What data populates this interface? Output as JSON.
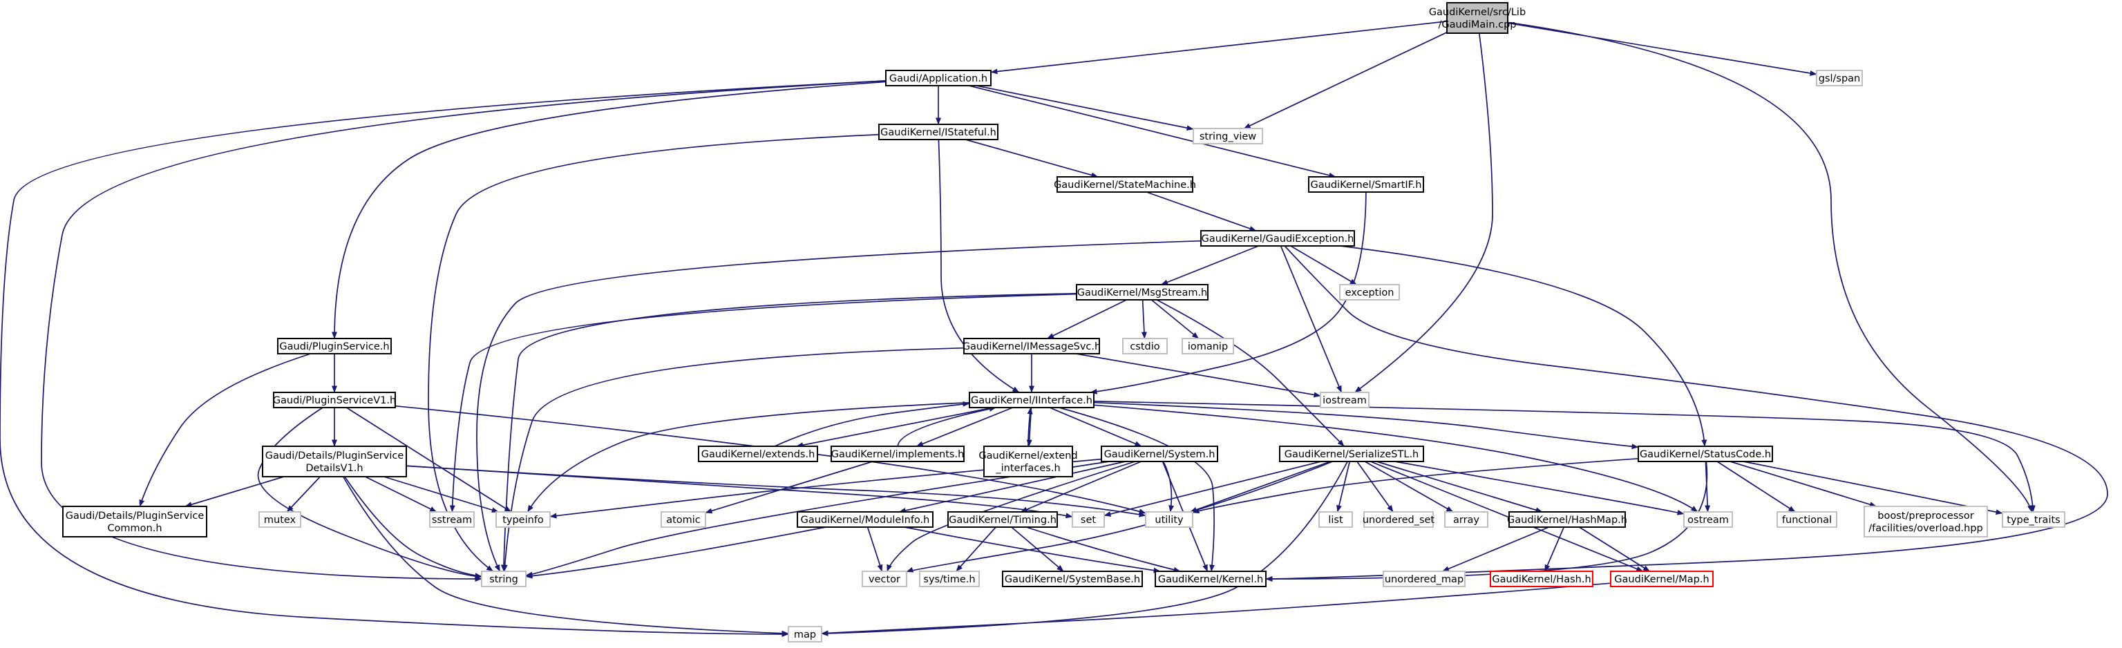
{
  "diagram": {
    "title": "",
    "colors": {
      "edge": "#191970",
      "root_fill": "#bfbfbf",
      "node_border": "#000000",
      "system_header_border": "#bfbfbf",
      "missing_border": "#ff0000",
      "text": "#000000",
      "system_header_text": "#000000"
    },
    "nodes": [
      {
        "id": "main",
        "style": "root",
        "lines": [
          "GaudiKernel/src/Lib",
          "/GaudiMain.cpp"
        ]
      },
      {
        "id": "app",
        "style": "local",
        "lines": [
          "Gaudi/Application.h"
        ]
      },
      {
        "id": "gslspan",
        "style": "system",
        "lines": [
          "gsl/span"
        ]
      },
      {
        "id": "stringview",
        "style": "system",
        "lines": [
          "string_view"
        ]
      },
      {
        "id": "istateful",
        "style": "local",
        "lines": [
          "GaudiKernel/IStateful.h"
        ]
      },
      {
        "id": "smartif",
        "style": "local",
        "lines": [
          "GaudiKernel/SmartIF.h"
        ]
      },
      {
        "id": "statemachine",
        "style": "local",
        "lines": [
          "GaudiKernel/StateMachine.h"
        ]
      },
      {
        "id": "gaudiexc",
        "style": "local",
        "lines": [
          "GaudiKernel/GaudiException.h"
        ]
      },
      {
        "id": "msgstream",
        "style": "local",
        "lines": [
          "GaudiKernel/MsgStream.h"
        ]
      },
      {
        "id": "exception",
        "style": "system",
        "lines": [
          "exception"
        ]
      },
      {
        "id": "pluginservice",
        "style": "local",
        "lines": [
          "Gaudi/PluginService.h"
        ]
      },
      {
        "id": "imessagesvc",
        "style": "local",
        "lines": [
          "GaudiKernel/IMessageSvc.h"
        ]
      },
      {
        "id": "cstdio",
        "style": "system",
        "lines": [
          "cstdio"
        ]
      },
      {
        "id": "iomanip",
        "style": "system",
        "lines": [
          "iomanip"
        ]
      },
      {
        "id": "pluginservicev1",
        "style": "local",
        "lines": [
          "Gaudi/PluginServiceV1.h"
        ]
      },
      {
        "id": "iinterface",
        "style": "local",
        "lines": [
          "GaudiKernel/IInterface.h"
        ]
      },
      {
        "id": "iostream",
        "style": "system",
        "lines": [
          "iostream"
        ]
      },
      {
        "id": "detailsv1",
        "style": "local",
        "lines": [
          "Gaudi/Details/PluginService",
          "DetailsV1.h"
        ]
      },
      {
        "id": "extends",
        "style": "local",
        "lines": [
          "GaudiKernel/extends.h"
        ]
      },
      {
        "id": "implements",
        "style": "local",
        "lines": [
          "GaudiKernel/implements.h"
        ]
      },
      {
        "id": "extendinterfaces",
        "style": "local",
        "lines": [
          "GaudiKernel/extend",
          "_interfaces.h"
        ]
      },
      {
        "id": "system",
        "style": "local",
        "lines": [
          "GaudiKernel/System.h"
        ]
      },
      {
        "id": "serializestl",
        "style": "local",
        "lines": [
          "GaudiKernel/SerializeSTL.h"
        ]
      },
      {
        "id": "statuscode",
        "style": "local",
        "lines": [
          "GaudiKernel/StatusCode.h"
        ]
      },
      {
        "id": "detailscommon",
        "style": "local",
        "lines": [
          "Gaudi/Details/PluginService",
          "Common.h"
        ]
      },
      {
        "id": "mutex",
        "style": "system",
        "lines": [
          "mutex"
        ]
      },
      {
        "id": "sstream",
        "style": "system",
        "lines": [
          "sstream"
        ]
      },
      {
        "id": "typeinfo",
        "style": "system",
        "lines": [
          "typeinfo"
        ]
      },
      {
        "id": "atomic",
        "style": "system",
        "lines": [
          "atomic"
        ]
      },
      {
        "id": "set",
        "style": "system",
        "lines": [
          "set"
        ]
      },
      {
        "id": "utility",
        "style": "system",
        "lines": [
          "utility"
        ]
      },
      {
        "id": "list",
        "style": "system",
        "lines": [
          "list"
        ]
      },
      {
        "id": "unorderedset",
        "style": "system",
        "lines": [
          "unordered_set"
        ]
      },
      {
        "id": "array",
        "style": "system",
        "lines": [
          "array"
        ]
      },
      {
        "id": "hashmap",
        "style": "local",
        "lines": [
          "GaudiKernel/HashMap.h"
        ]
      },
      {
        "id": "ostream",
        "style": "system",
        "lines": [
          "ostream"
        ]
      },
      {
        "id": "functional",
        "style": "system",
        "lines": [
          "functional"
        ]
      },
      {
        "id": "boostoverload",
        "style": "system",
        "lines": [
          "boost/preprocessor",
          "/facilities/overload.hpp"
        ]
      },
      {
        "id": "typetraits",
        "style": "system",
        "lines": [
          "type_traits"
        ]
      },
      {
        "id": "moduleinfo",
        "style": "local",
        "lines": [
          "GaudiKernel/ModuleInfo.h"
        ]
      },
      {
        "id": "timing",
        "style": "local",
        "lines": [
          "GaudiKernel/Timing.h"
        ]
      },
      {
        "id": "string",
        "style": "system",
        "lines": [
          "string"
        ]
      },
      {
        "id": "vector",
        "style": "system",
        "lines": [
          "vector"
        ]
      },
      {
        "id": "systime",
        "style": "system",
        "lines": [
          "sys/time.h"
        ]
      },
      {
        "id": "systembase",
        "style": "local",
        "lines": [
          "GaudiKernel/SystemBase.h"
        ]
      },
      {
        "id": "kernel",
        "style": "local",
        "lines": [
          "GaudiKernel/Kernel.h"
        ]
      },
      {
        "id": "unorderedmap",
        "style": "system",
        "lines": [
          "unordered_map"
        ]
      },
      {
        "id": "hash",
        "style": "missing",
        "lines": [
          "GaudiKernel/Hash.h"
        ]
      },
      {
        "id": "map",
        "style": "missing",
        "lines": [
          "GaudiKernel/Map.h"
        ]
      },
      {
        "id": "stdmap",
        "style": "system",
        "lines": [
          "map"
        ]
      }
    ],
    "edges": [
      [
        "main",
        "app"
      ],
      [
        "main",
        "gslspan"
      ],
      [
        "main",
        "stringview"
      ],
      [
        "main",
        "iostream"
      ],
      [
        "main",
        "typetraits"
      ],
      [
        "app",
        "stringview"
      ],
      [
        "app",
        "istateful"
      ],
      [
        "app",
        "smartif"
      ],
      [
        "app",
        "pluginservice"
      ],
      [
        "app",
        "string"
      ],
      [
        "app",
        "stdmap"
      ],
      [
        "istateful",
        "statemachine"
      ],
      [
        "istateful",
        "iinterface"
      ],
      [
        "istateful",
        "string"
      ],
      [
        "smartif",
        "iinterface"
      ],
      [
        "statemachine",
        "gaudiexc"
      ],
      [
        "gaudiexc",
        "msgstream"
      ],
      [
        "gaudiexc",
        "exception"
      ],
      [
        "gaudiexc",
        "iostream"
      ],
      [
        "gaudiexc",
        "statuscode"
      ],
      [
        "gaudiexc",
        "string"
      ],
      [
        "gaudiexc",
        "kernel"
      ],
      [
        "msgstream",
        "imessagesvc"
      ],
      [
        "msgstream",
        "cstdio"
      ],
      [
        "msgstream",
        "iomanip"
      ],
      [
        "msgstream",
        "serializestl"
      ],
      [
        "msgstream",
        "string"
      ],
      [
        "msgstream",
        "sstream"
      ],
      [
        "imessagesvc",
        "iinterface"
      ],
      [
        "imessagesvc",
        "iostream"
      ],
      [
        "imessagesvc",
        "string"
      ],
      [
        "pluginservice",
        "pluginservicev1"
      ],
      [
        "pluginservice",
        "detailscommon"
      ],
      [
        "pluginservicev1",
        "detailsv1"
      ],
      [
        "pluginservicev1",
        "string"
      ],
      [
        "pluginservicev1",
        "typeinfo"
      ],
      [
        "pluginservicev1",
        "utility"
      ],
      [
        "detailsv1",
        "detailscommon"
      ],
      [
        "detailsv1",
        "mutex"
      ],
      [
        "detailsv1",
        "sstream"
      ],
      [
        "detailsv1",
        "typeinfo"
      ],
      [
        "detailsv1",
        "set"
      ],
      [
        "detailsv1",
        "utility"
      ],
      [
        "detailsv1",
        "string"
      ],
      [
        "detailsv1",
        "stdmap"
      ],
      [
        "iinterface",
        "extends"
      ],
      [
        "iinterface",
        "implements"
      ],
      [
        "iinterface",
        "extendinterfaces"
      ],
      [
        "iinterface",
        "system"
      ],
      [
        "iinterface",
        "statuscode"
      ],
      [
        "iinterface",
        "typeinfo"
      ],
      [
        "iinterface",
        "kernel"
      ],
      [
        "iinterface",
        "ostream"
      ],
      [
        "iinterface",
        "typetraits"
      ],
      [
        "extends",
        "iinterface"
      ],
      [
        "implements",
        "iinterface"
      ],
      [
        "implements",
        "atomic"
      ],
      [
        "extendinterfaces",
        "iinterface"
      ],
      [
        "system",
        "moduleinfo"
      ],
      [
        "system",
        "timing"
      ],
      [
        "system",
        "kernel"
      ],
      [
        "system",
        "typeinfo"
      ],
      [
        "system",
        "string"
      ],
      [
        "system",
        "vector"
      ],
      [
        "system",
        "utility"
      ],
      [
        "serializestl",
        "set"
      ],
      [
        "serializestl",
        "utility"
      ],
      [
        "serializestl",
        "list"
      ],
      [
        "serializestl",
        "unorderedset"
      ],
      [
        "serializestl",
        "array"
      ],
      [
        "serializestl",
        "hashmap"
      ],
      [
        "serializestl",
        "ostream"
      ],
      [
        "serializestl",
        "vector"
      ],
      [
        "serializestl",
        "map"
      ],
      [
        "serializestl",
        "stdmap"
      ],
      [
        "statuscode",
        "ostream"
      ],
      [
        "statuscode",
        "functional"
      ],
      [
        "statuscode",
        "boostoverload"
      ],
      [
        "statuscode",
        "typetraits"
      ],
      [
        "statuscode",
        "utility"
      ],
      [
        "statuscode",
        "kernel"
      ],
      [
        "moduleinfo",
        "string"
      ],
      [
        "moduleinfo",
        "vector"
      ],
      [
        "moduleinfo",
        "kernel"
      ],
      [
        "timing",
        "systime"
      ],
      [
        "timing",
        "systembase"
      ],
      [
        "timing",
        "kernel"
      ],
      [
        "hashmap",
        "unorderedmap"
      ],
      [
        "hashmap",
        "hash"
      ],
      [
        "hashmap",
        "map"
      ],
      [
        "map",
        "stdmap"
      ]
    ]
  }
}
